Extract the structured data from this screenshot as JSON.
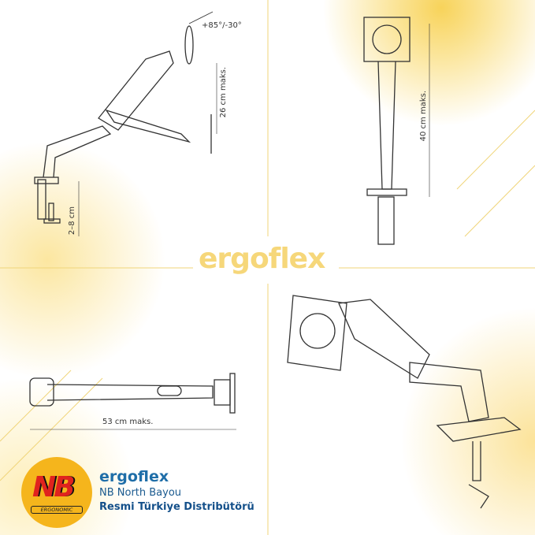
{
  "brand": "ergoflex",
  "dimensions": {
    "tilt": "+85°/-30°",
    "height_range": "26 cm maks.",
    "clamp": "2–8 cm",
    "vertical": "40 cm maks.",
    "reach": "53 cm maks."
  },
  "footer": {
    "logo_text": "NB",
    "logo_sub": "ERGONOMIC",
    "brand": "ergoflex",
    "line1": "NB North Bayou",
    "line2": "Resmi Türkiye Distribütörü"
  },
  "colors": {
    "accent": "#f6d77a",
    "blue": "#1f6ea8"
  }
}
